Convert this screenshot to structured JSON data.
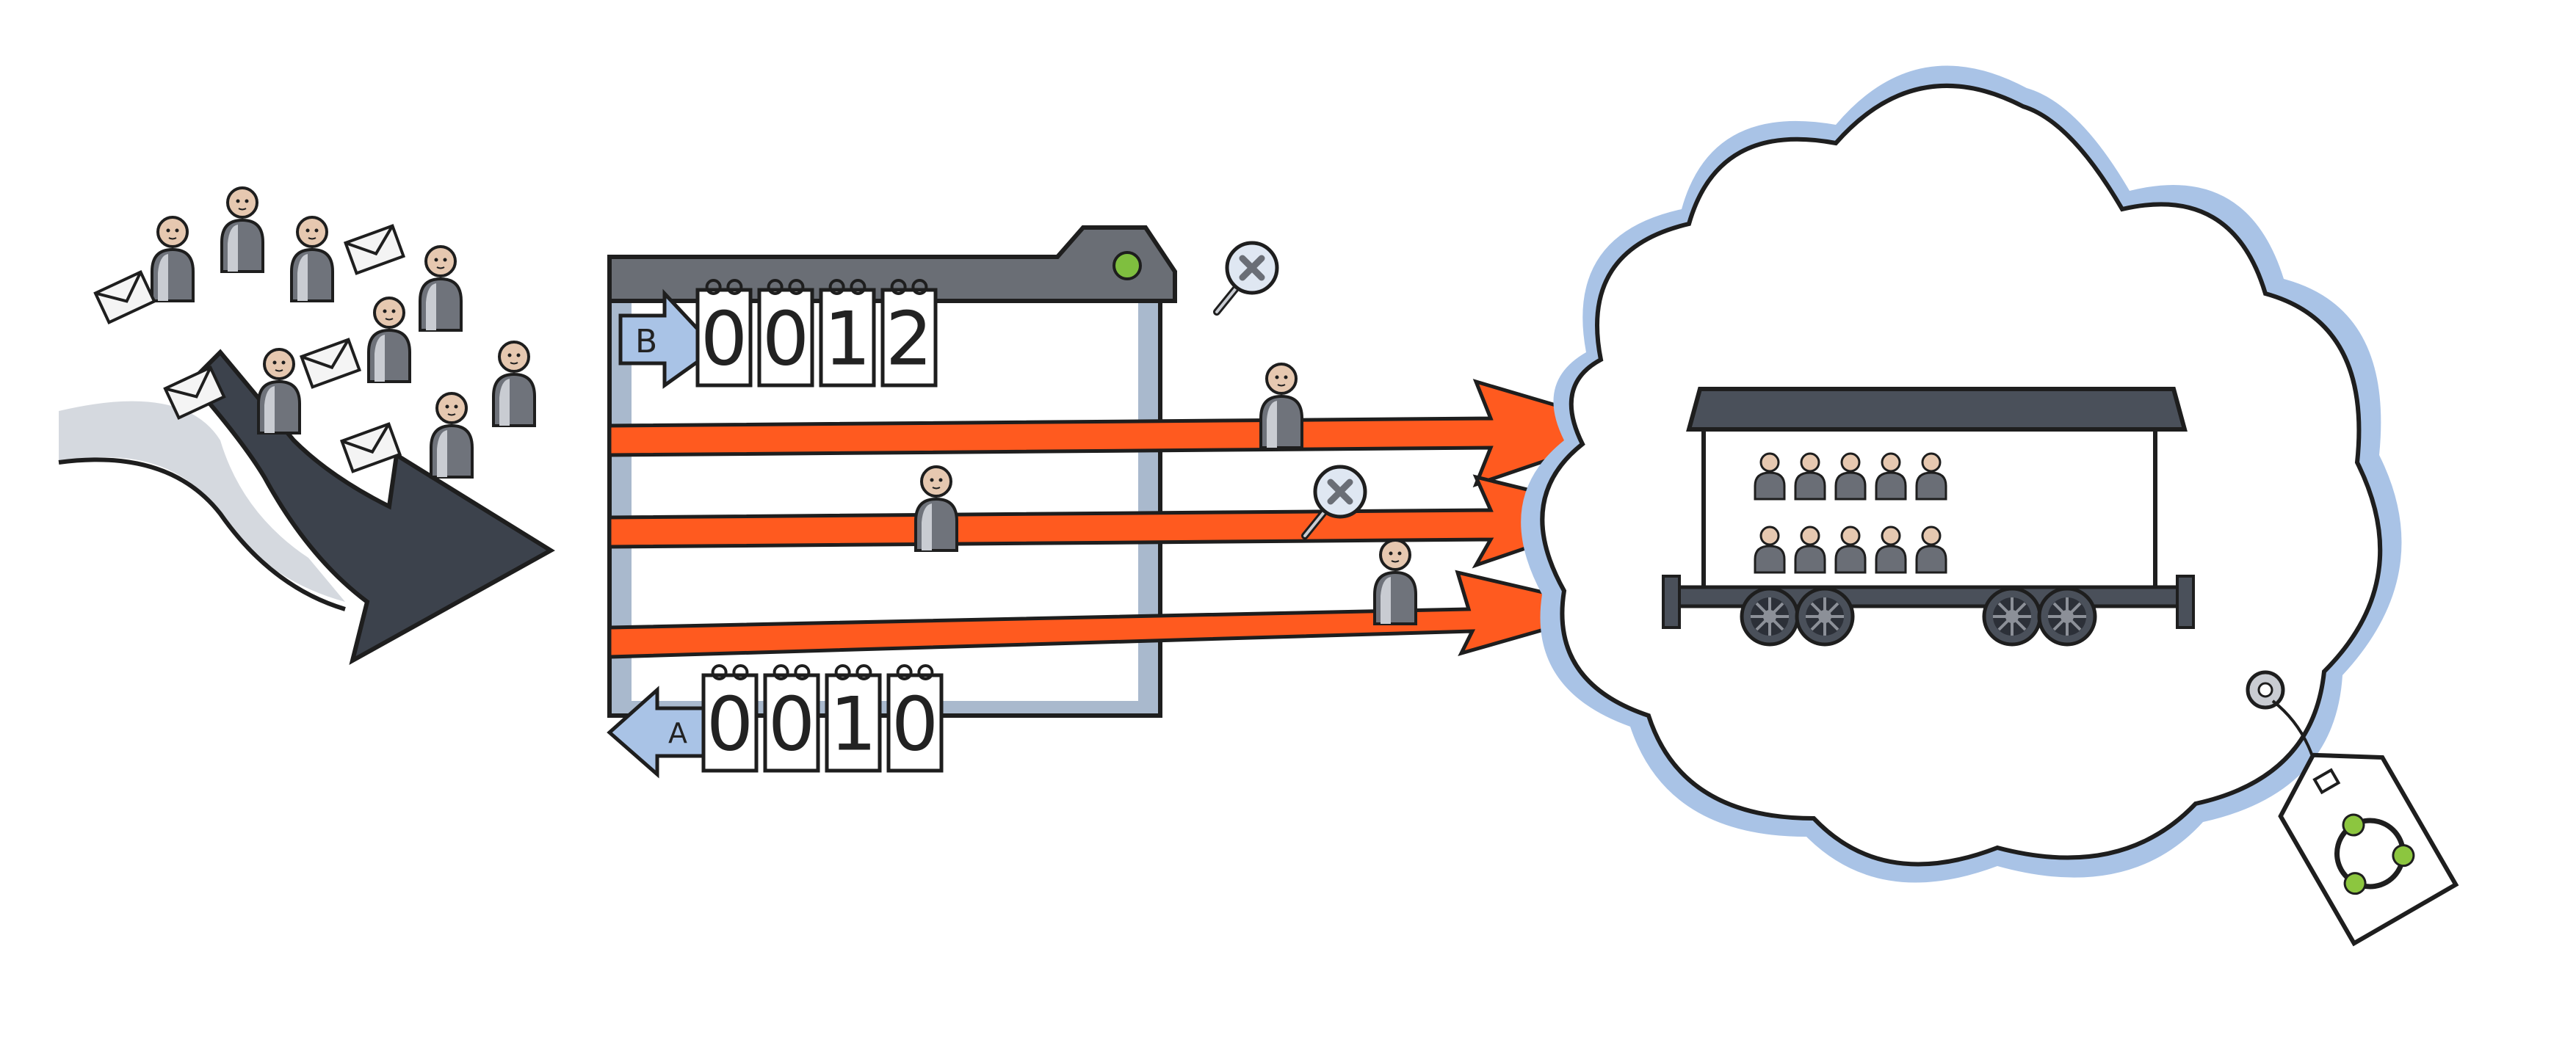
{
  "counter_b": {
    "label": "B",
    "digits": [
      "0",
      "0",
      "1",
      "2"
    ]
  },
  "counter_a": {
    "label": "A",
    "digits": [
      "0",
      "0",
      "1",
      "0"
    ]
  },
  "colors": {
    "ink": "#1e1e1e",
    "slate": "#4a505a",
    "window_frame": "#a9b9cd",
    "window_title": "#6a6e75",
    "window_light": "#7fbf3f",
    "orange_arrow": "#ff5a1f",
    "cloud_halo": "#a9c3e6",
    "tag_logo": "#8cc63f",
    "skin": "#e6c8b0",
    "person_body": "#8c9098"
  },
  "icons": {
    "incoming": [
      "person-icon",
      "envelope-icon",
      "swoosh-arrow-icon"
    ],
    "queue": [
      "browser-window-icon",
      "flip-counter-icon",
      "magnifier-x-icon",
      "orange-arrow-icon"
    ],
    "destination": [
      "cloud-icon",
      "train-car-icon",
      "price-tag-icon",
      "open-source-logo-icon"
    ]
  }
}
